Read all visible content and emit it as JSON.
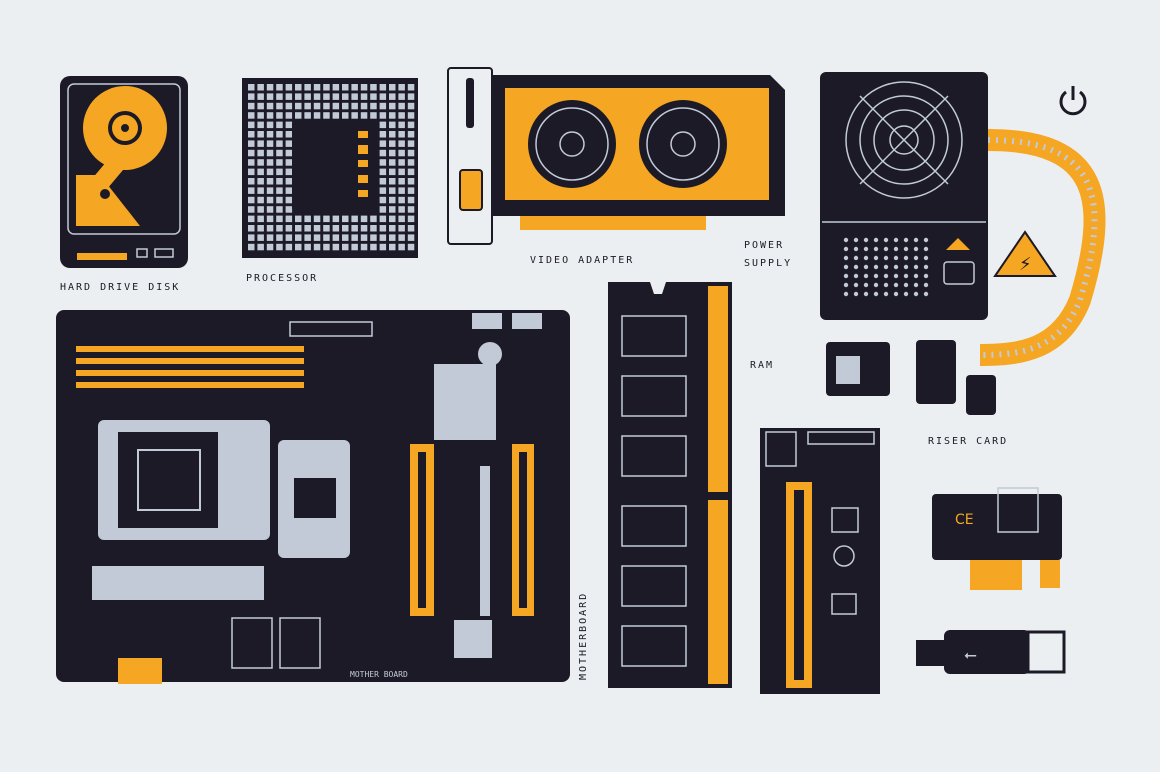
{
  "labels": {
    "hdd": "HARD DRIVE DISK",
    "processor": "PROCESSOR",
    "video": "VIDEO ADAPTER",
    "power1": "POWER",
    "power2": "SUPPLY",
    "ram": "RAM",
    "riser": "RISER CARD",
    "motherboard_vertical": "MOTHERBOARD",
    "motherboard_print": "MOTHER BOARD"
  },
  "colors": {
    "background": "#eceff1",
    "dark": "#1c1a26",
    "accent": "#f5a623",
    "light": "#c2cad8"
  }
}
